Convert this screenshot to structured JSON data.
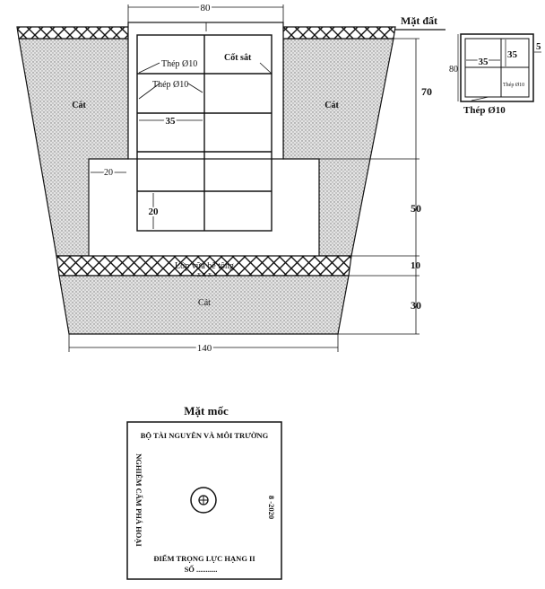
{
  "section": {
    "ground_label": "Mặt đất",
    "sand_left": "Cát",
    "sand_right": "Cát",
    "sand_bottom": "Cát",
    "concrete_layer": "Lớp vữa bê tông",
    "steel_label_1": "Thép Ø10",
    "steel_label_2": "Thép Ø10",
    "rebar_label": "Cốt sắt",
    "dim_width_top": "80",
    "dim_width_bottom": "140",
    "dim_cell_width": "35",
    "dim_cell_height": "20",
    "dim_side": "20",
    "dim_h1": "70",
    "dim_h2": "50",
    "dim_h3": "10",
    "dim_h4": "30"
  },
  "plan": {
    "dim_outer": "80",
    "dim_cell_w": "35",
    "dim_cell_h": "35",
    "dim_cover": "5",
    "steel_label_small": "Thép Ø10",
    "steel_label": "Thép Ø10"
  },
  "marker_face": {
    "title": "Mặt mốc",
    "top_text": "BỘ TÀI NGUYÊN VÀ MÔI TRƯỜNG",
    "left_text": "NGHIÊM CẤM PHÁ HOẠI",
    "right_text": "8 -2020",
    "bottom_text_1": "ĐIỂM TRỌNG LỰC HẠNG II",
    "bottom_text_2": "SỐ ..........."
  }
}
